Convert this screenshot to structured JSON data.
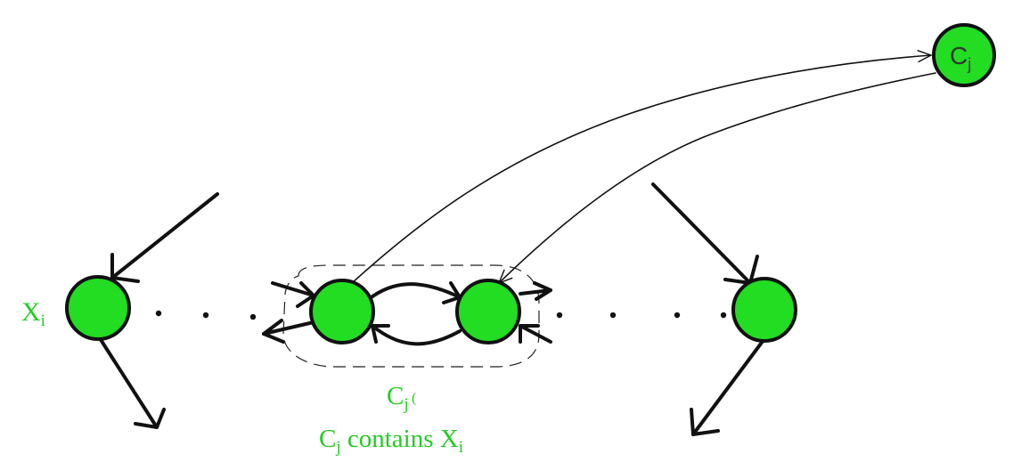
{
  "labels": {
    "left_node": {
      "base": "X",
      "sub": "i"
    },
    "top_right_node": {
      "base": "C",
      "sub": "j"
    },
    "component": {
      "base": "C",
      "sub": "j"
    },
    "caption": {
      "part1": "C",
      "sub1": "j",
      "middle": " contains X",
      "sub2": "i"
    }
  },
  "colors": {
    "node_fill": "#22dd22",
    "label_green": "#22cc22",
    "stroke": "#111111"
  }
}
